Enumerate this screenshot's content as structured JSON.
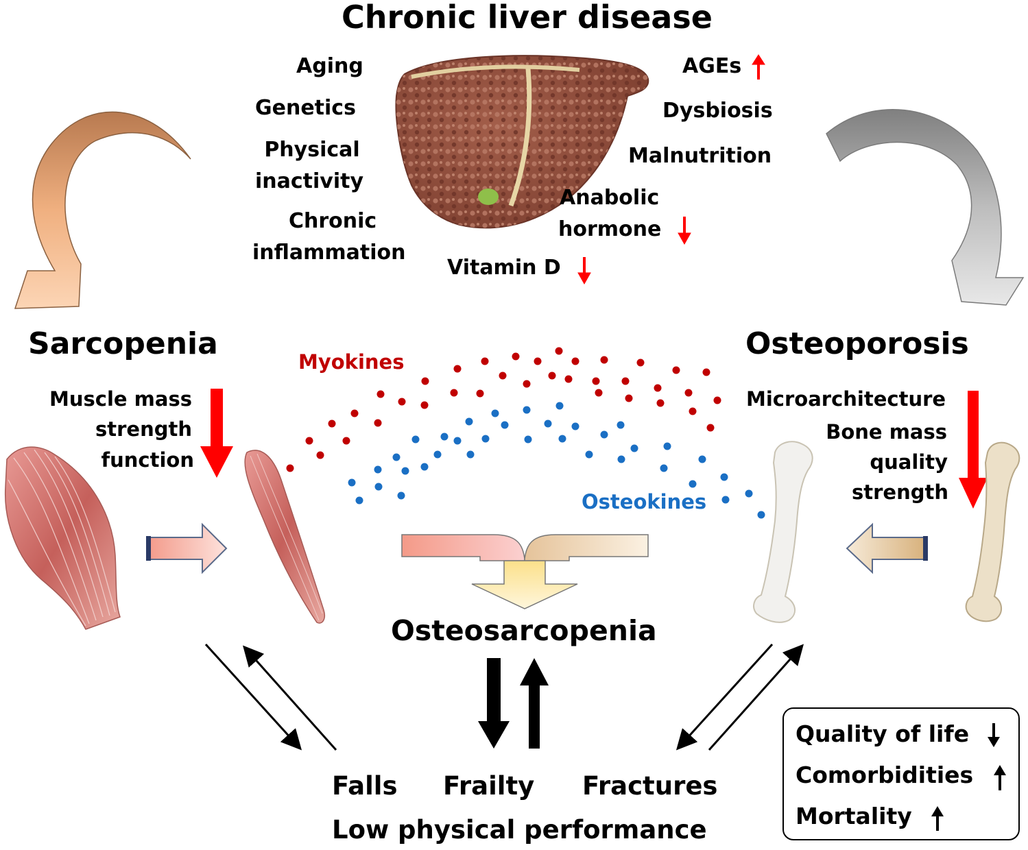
{
  "title": "Chronic liver disease",
  "risk_factors_left": {
    "aging": "Aging",
    "genetics": "Genetics",
    "physical_inactivity_1": "Physical",
    "physical_inactivity_2": "inactivity",
    "chronic_inflammation_1": "Chronic",
    "chronic_inflammation_2": "inflammation"
  },
  "risk_factors_right": {
    "ages": "AGEs",
    "dysbiosis": "Dysbiosis",
    "malnutrition": "Malnutrition",
    "anabolic_1": "Anabolic",
    "anabolic_2": "hormone",
    "vitamin_d": "Vitamin D"
  },
  "sarcopenia": {
    "title": "Sarcopenia",
    "line1": "Muscle mass",
    "line2": "strength",
    "line3": "function"
  },
  "osteoporosis": {
    "title": "Osteoporosis",
    "line1": "Microarchitecture",
    "line2": "Bone  mass",
    "line3": "quality",
    "line4": "strength"
  },
  "myokines": "Myokines",
  "osteokines": "Osteokines",
  "osteosarcopenia": "Osteosarcopenia",
  "outcomes": {
    "falls": "Falls",
    "frailty": "Frailty",
    "fractures": "Fractures",
    "low_performance": "Low physical performance"
  },
  "consequences": {
    "quality_of_life": "Quality of life",
    "comorbidities": "Comorbidities",
    "mortality": "Mortality"
  },
  "colors": {
    "increase_decrease_arrows": "#ff0000",
    "myokines": "#c00000",
    "osteokines": "#1a6fc4",
    "liver": "#a05a48",
    "left_curved_arrow": "#e6a06a",
    "right_curved_arrow": "#a0a0a0"
  },
  "icons": [
    "liver-illustration",
    "muscle-illustration",
    "bone-illustration"
  ]
}
